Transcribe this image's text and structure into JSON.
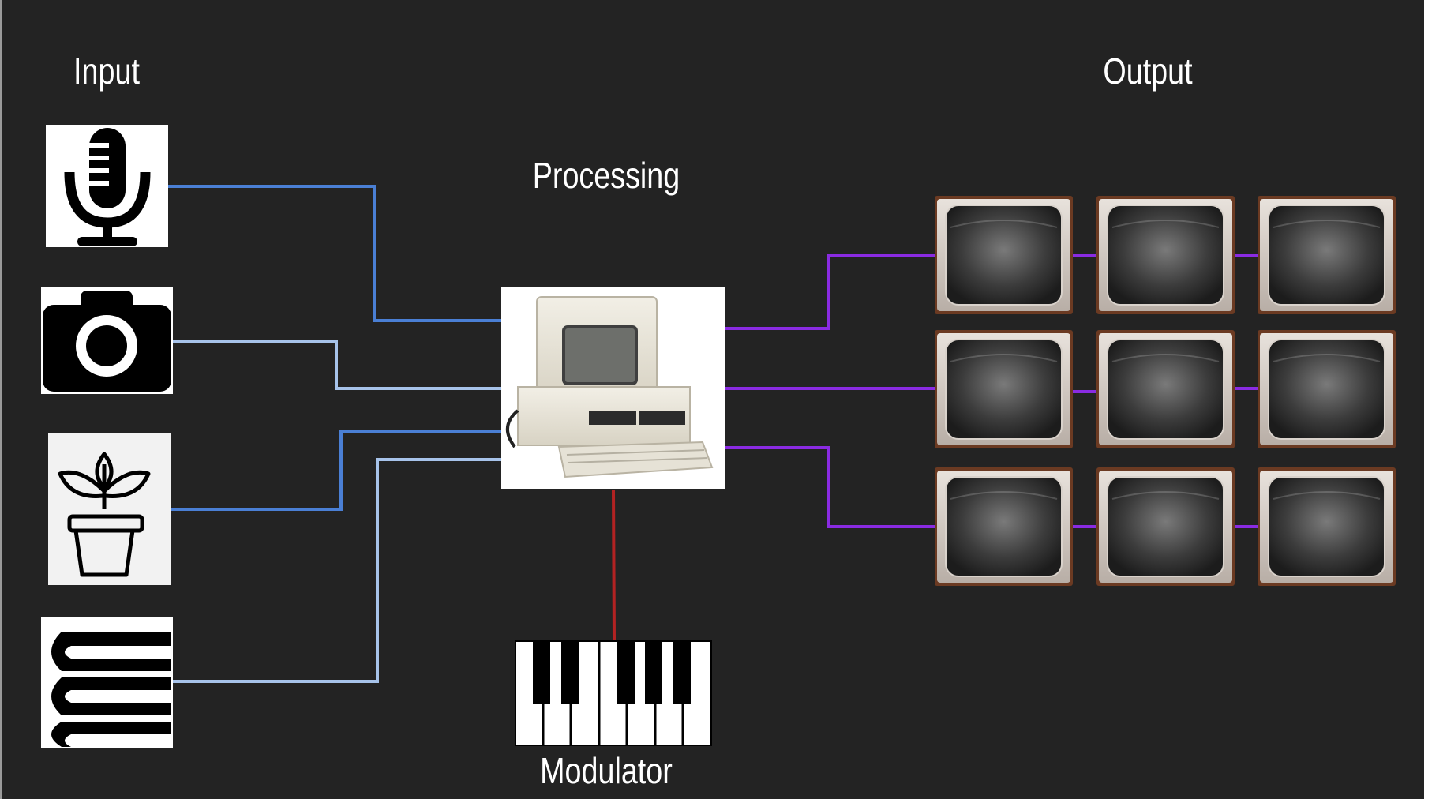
{
  "headings": {
    "input": "Input",
    "processing": "Processing",
    "output": "Output",
    "modulator": "Modulator"
  },
  "inputs": [
    {
      "icon": "microphone-icon"
    },
    {
      "icon": "camera-icon"
    },
    {
      "icon": "plant-pot-icon"
    },
    {
      "icon": "books-stack-icon"
    }
  ],
  "processor": {
    "icon": "retro-computer-icon"
  },
  "modulator_device": {
    "icon": "piano-keyboard-icon"
  },
  "outputs": {
    "rows": 3,
    "columns": 3,
    "icon": "crt-television-icon"
  },
  "colors": {
    "background": "#232323",
    "input_wire_dark": "#4a7fd4",
    "input_wire_light": "#a7c3ea",
    "output_wire": "#8a2be2",
    "modulator_wire": "#b22222",
    "text": "#ffffff"
  }
}
